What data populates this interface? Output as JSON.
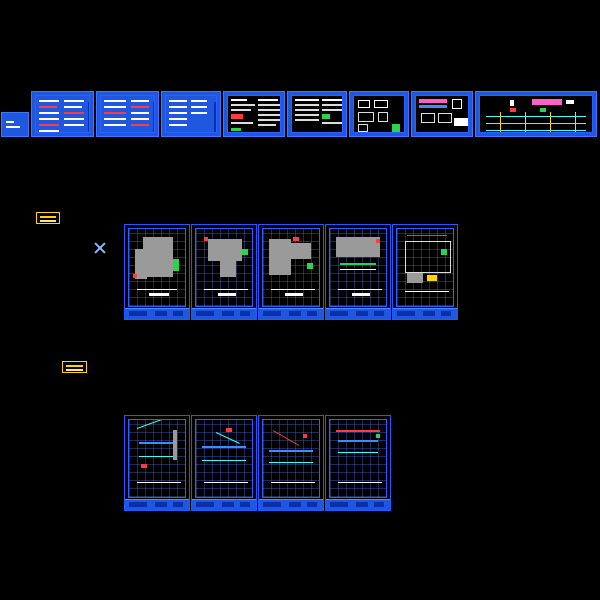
{
  "viewer": {
    "background": "#000000",
    "sheet_color": "#1f57e0",
    "frame_color": "#2b62ff",
    "tag_color": "#ffd400"
  },
  "rows": [
    {
      "name": "index-row",
      "sheets": 8
    },
    {
      "name": "plan-row-1",
      "sheets": 5
    },
    {
      "name": "plan-row-2",
      "sheets": 4
    }
  ],
  "icons": {
    "cursor": "crosshair-icon"
  }
}
